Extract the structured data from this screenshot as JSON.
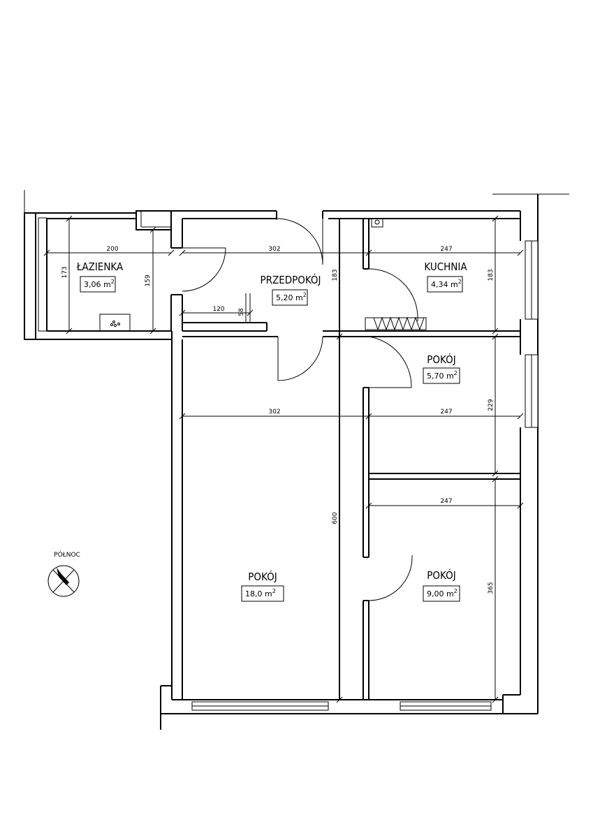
{
  "rooms": {
    "lazienka": {
      "name": "ŁAZIENKA",
      "area": "3,06  m",
      "unit_sup": "2"
    },
    "przedpokoj": {
      "name": "PRZEDPOKÓJ",
      "area": "5,20  m",
      "unit_sup": "2"
    },
    "kuchnia": {
      "name": "KUCHNIA",
      "area": "4,34  m",
      "unit_sup": "2"
    },
    "pokoj_small": {
      "name": "POKÓJ",
      "area": "5,70  m",
      "unit_sup": "2"
    },
    "pokoj_large": {
      "name": "POKÓJ",
      "area": "18,0  m",
      "unit_sup": "2"
    },
    "pokoj_right": {
      "name": "POKÓJ",
      "area": "9,00  m",
      "unit_sup": "2"
    }
  },
  "dimensions": {
    "lazienka_width": "200",
    "lazienka_height": "173",
    "lazienka_inner_height": "159",
    "przedpokoj_width": "302",
    "przedpokoj_height": "183",
    "closet_width": "120",
    "closet_depth": "58",
    "kuchnia_width": "247",
    "kuchnia_height": "183",
    "pokoj_small_width": "247",
    "pokoj_small_height": "229",
    "pokoj_large_width": "302",
    "pokoj_large_height": "600",
    "pokoj_right_width": "247",
    "pokoj_right_height": "365"
  },
  "compass": {
    "label": "PÓŁNOC",
    "icon": "north-arrow-icon"
  }
}
